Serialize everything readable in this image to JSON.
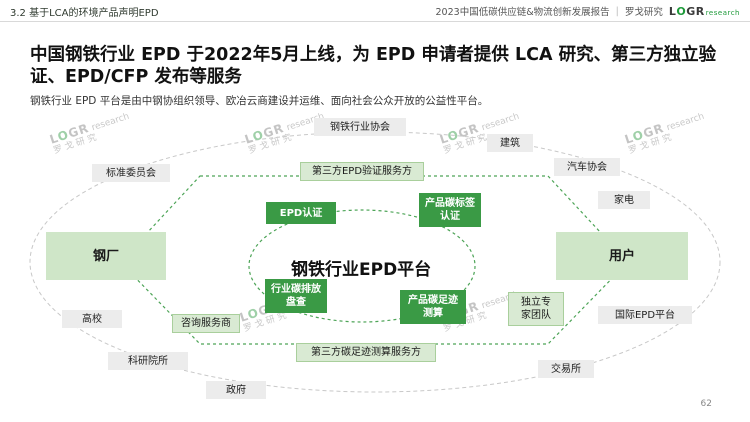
{
  "header": {
    "section": "3.2 基于LCA的环境产品声明EPD",
    "report_title": "2023中国低碳供应链&物流创新发展报告",
    "publisher": "罗戈研究",
    "logo": {
      "l": "L",
      "o": "O",
      "gr": "GR",
      "research": "research"
    }
  },
  "headline": "中国钢铁行业 EPD 于2022年5月上线，为 EPD 申请者提供 LCA 研究、第三方独立验证、EPD/CFP 发布等服务",
  "subhead": "钢铁行业 EPD 平台是由中钢协组织领导、欧冶云商建设并运维、面向社会公众开放的公益性平台。",
  "diagram": {
    "center_title": "钢铁行业EPD平台",
    "left_node": "钢厂",
    "right_node": "用户",
    "services": {
      "top": "第三方EPD验证服务方",
      "bottom": "第三方碳足迹测算服务方",
      "left": "咨询服务商",
      "right": "独立专家团队"
    },
    "functions": {
      "epd_cert": "EPD认证",
      "product_label": "产品碳标签认证",
      "industry_inventory": "行业碳排放盘查",
      "product_footprint": "产品碳足迹测算"
    },
    "stakeholders": {
      "steel_association": "钢铁行业协会",
      "construction": "建筑",
      "auto_association": "汽车协会",
      "appliances": "家电",
      "standards_committee": "标准委员会",
      "universities": "高校",
      "research_institutes": "科研院所",
      "government": "政府",
      "exchanges": "交易所",
      "intl_epd": "国际EPD平台"
    },
    "watermark": {
      "brand": "LOGR",
      "research": "research",
      "cn": "罗 戈 研 究"
    }
  },
  "page_number": "62",
  "colors": {
    "dark_green": "#3a9a45",
    "light_green": "#d9ead3",
    "gray_box": "#ececec",
    "dashed_line": "#c8c8c8"
  }
}
